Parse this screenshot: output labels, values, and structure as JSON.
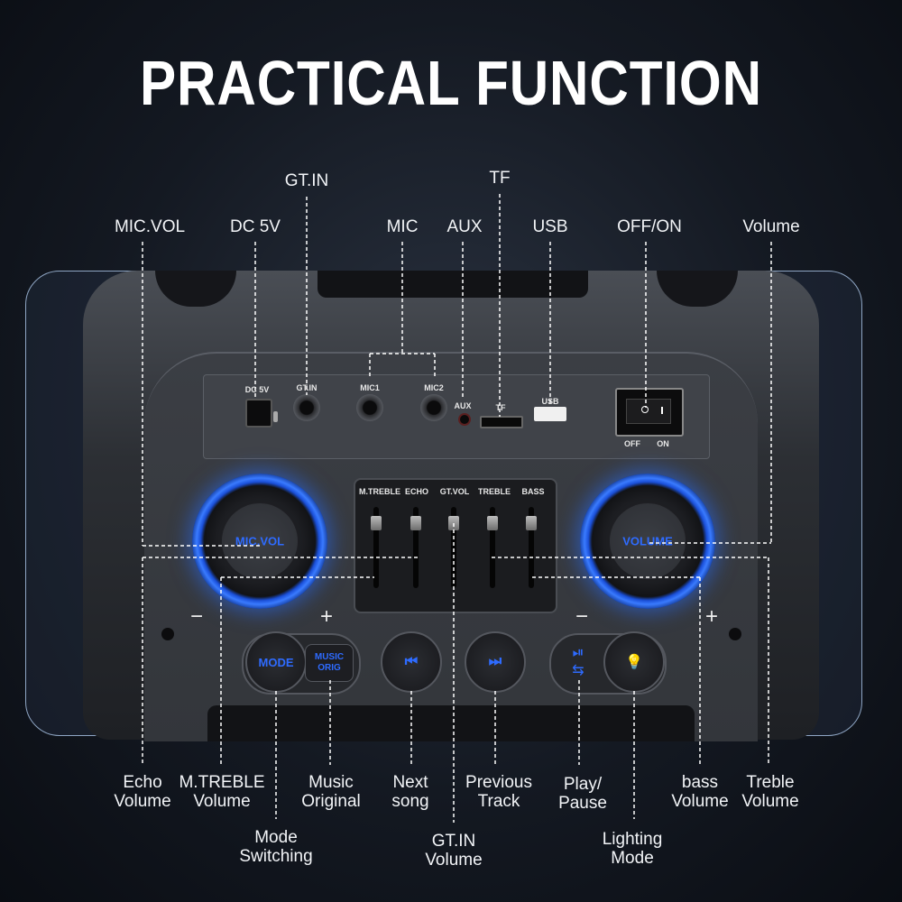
{
  "title": "PRACTICAL FUNCTION",
  "top_labels": {
    "mic_vol": "MIC.VOL",
    "dc5v": "DC 5V",
    "gt_in": "GT.IN",
    "mic": "MIC",
    "aux": "AUX",
    "tf": "TF",
    "usb": "USB",
    "off_on": "OFF/ON",
    "volume": "Volume"
  },
  "panel_labels": {
    "dc5v": "DC 5V",
    "gt_in": "GT.IN",
    "mic1": "MIC1",
    "mic2": "MIC2",
    "aux": "AUX",
    "tf": "TF",
    "usb": "USB",
    "off": "OFF",
    "on": "ON"
  },
  "fader_labels": [
    "M.TREBLE",
    "ECHO",
    "GT.VOL",
    "TREBLE",
    "BASS"
  ],
  "knobs": {
    "left": "MIC.VOL",
    "right": "VOLUME"
  },
  "signs": {
    "minus": "−",
    "plus": "+"
  },
  "buttons": {
    "mode": "MODE",
    "music_orig": "MUSIC ORIG"
  },
  "bottom_labels": {
    "echo_volume": [
      "Echo",
      "Volume"
    ],
    "m_treble_volume": [
      "M.TREBLE",
      "Volume"
    ],
    "mode_switching": [
      "Mode",
      "Switching"
    ],
    "music_original": [
      "Music",
      "Original"
    ],
    "next_song": [
      "Next",
      "song"
    ],
    "gt_in_volume": [
      "GT.IN",
      "Volume"
    ],
    "previous_track": [
      "Previous",
      "Track"
    ],
    "play_pause": [
      "Play/",
      "Pause"
    ],
    "lighting_mode": [
      "Lighting",
      "Mode"
    ],
    "bass_volume": [
      "bass",
      "Volume"
    ],
    "treble_volume": [
      "Treble",
      "Volume"
    ]
  },
  "colors": {
    "accent_blue": "#2e6bff",
    "line": "#ffffff"
  }
}
